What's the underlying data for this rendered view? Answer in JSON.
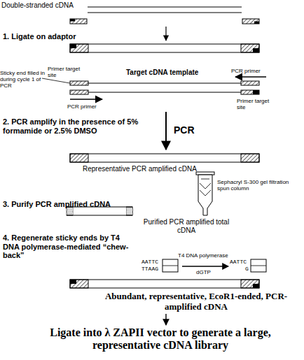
{
  "diagram": {
    "labels": [
      "Double-stranded cDNA",
      "1. Ligate on adaptor",
      "Target cDNA template",
      "Sticky end filled in during cycle 1 of PCR",
      "Primer target site",
      "PCR primer",
      "PCR primer",
      "Primer target site",
      "PCR",
      "2. PCR amplify in the presence of 5% formamide or 2.5% DMSO",
      "Representative PCR amplified cDNA",
      "Sephacryl S-300 gel filtration spun column",
      "3. Purify PCR amplified cDNA",
      "Purified PCR amplified total cDNA",
      "4. Regenerate sticky ends by T4 DNA polymerase-mediated “chew-back”",
      "T4 DNA polymerase",
      "AATTC",
      "TTAAG",
      "dGTP",
      "AATTC",
      "G",
      "Abundant, representative, EcoR1-ended, PCR-amplified cDNA",
      "Ligate into λ ZAPII vector to generate a large, representative cDNA library"
    ]
  }
}
